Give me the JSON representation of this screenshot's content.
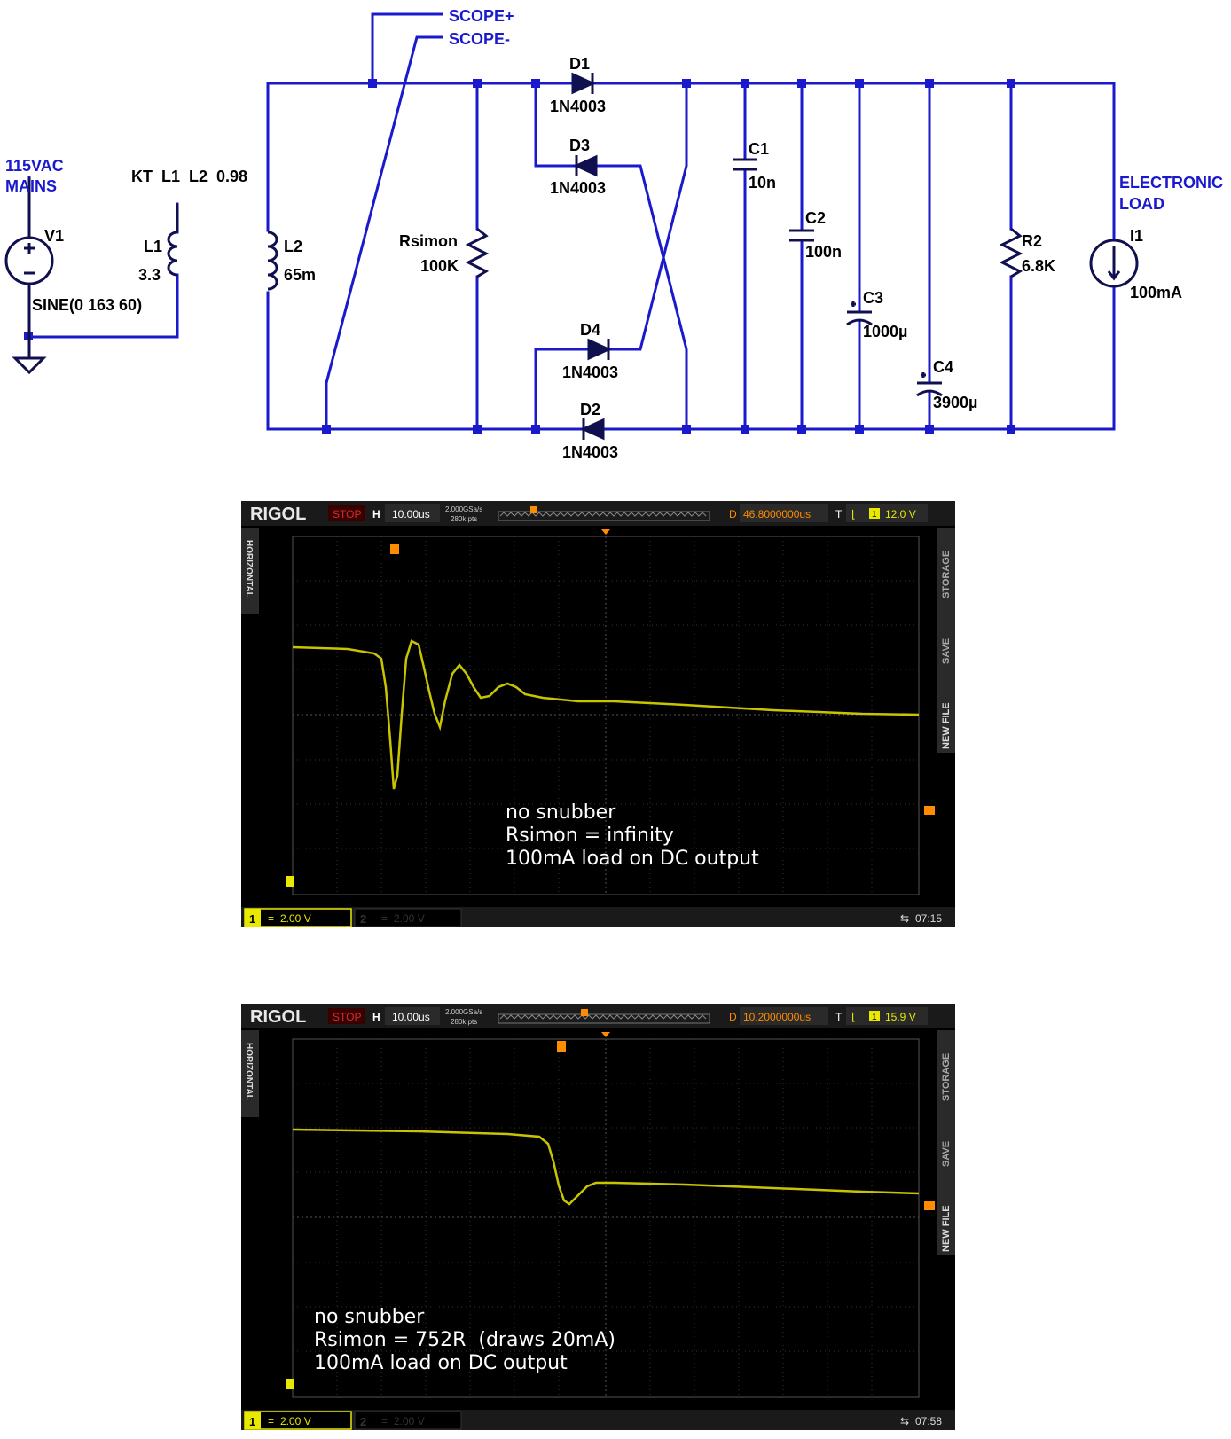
{
  "schematic": {
    "mains_line1": "115VAC",
    "mains_line2": "MAINS",
    "coupling": "KT  L1  L2  0.98",
    "v1_name": "V1",
    "v1_value": "SINE(0 163 60)",
    "l1_name": "L1",
    "l1_value": "3.3",
    "l2_name": "L2",
    "l2_value": "65m",
    "scope_plus": "SCOPE+",
    "scope_minus": "SCOPE-",
    "rsimon_name": "Rsimon",
    "rsimon_value": "100K",
    "d1_name": "D1",
    "d1_part": "1N4003",
    "d3_name": "D3",
    "d3_part": "1N4003",
    "d4_name": "D4",
    "d4_part": "1N4003",
    "d2_name": "D2",
    "d2_part": "1N4003",
    "c1_name": "C1",
    "c1_value": "10n",
    "c2_name": "C2",
    "c2_value": "100n",
    "c3_name": "C3",
    "c3_value": "1000µ",
    "c4_name": "C4",
    "c4_value": "3900µ",
    "r2_name": "R2",
    "r2_value": "6.8K",
    "load_line1": "ELECTRONIC",
    "load_line2": "LOAD",
    "i1_name": "I1",
    "i1_value": "100mA",
    "wire_color": "#1a1acc"
  },
  "scopes": [
    {
      "brand": "RIGOL",
      "status": "STOP",
      "h_label": "H",
      "timebase": "10.00us",
      "sample_rate": "2.000GSa/s",
      "mem_depth": "280k pts",
      "d_label": "D",
      "delay": "46.8000000us",
      "t_label": "T",
      "trig_ch": "1",
      "trig_level": "12.0 V",
      "side_left": "HORIZONTAL",
      "side_storage": "STORAGE",
      "side_save": "SAVE",
      "side_newfile": "NEW FILE",
      "ch1_num": "1",
      "ch1_scale": "2.00 V",
      "ch2_num": "2",
      "ch2_scale": "2.00 V",
      "time": "07:15",
      "note1": "no snubber",
      "note2": "Rsimon = infinity",
      "note3": "100mA load on DC output",
      "trace_color": "#c8c400"
    },
    {
      "brand": "RIGOL",
      "status": "STOP",
      "h_label": "H",
      "timebase": "10.00us",
      "sample_rate": "2.000GSa/s",
      "mem_depth": "280k pts",
      "d_label": "D",
      "delay": "10.2000000us",
      "t_label": "T",
      "trig_ch": "1",
      "trig_level": "15.9 V",
      "side_left": "HORIZONTAL",
      "side_storage": "STORAGE",
      "side_save": "SAVE",
      "side_newfile": "NEW FILE",
      "ch1_num": "1",
      "ch1_scale": "2.00 V",
      "ch2_num": "2",
      "ch2_scale": "2.00 V",
      "time": "07:58",
      "note1": "no snubber",
      "note2": "Rsimon = 752R  (draws 20mA)",
      "note3": "100mA load on DC output",
      "trace_color": "#c8c400"
    }
  ]
}
